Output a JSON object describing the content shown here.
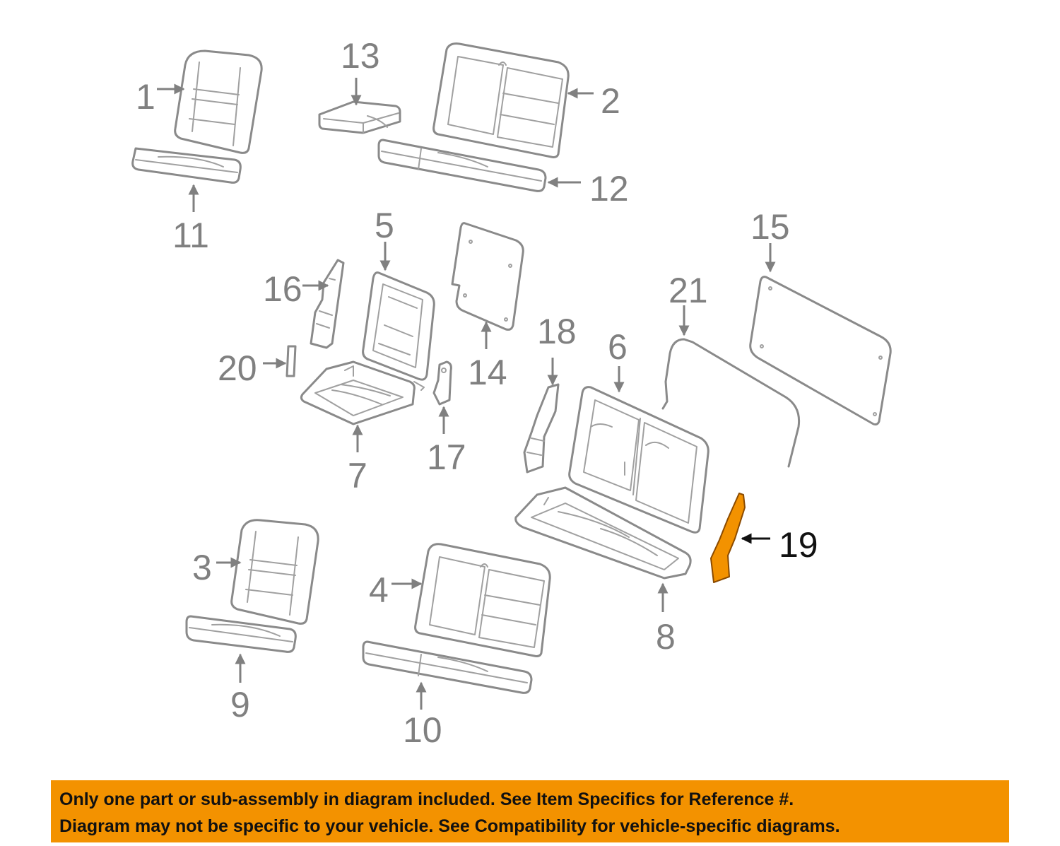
{
  "diagram": {
    "callouts": [
      {
        "id": "1",
        "label": "1"
      },
      {
        "id": "2",
        "label": "2"
      },
      {
        "id": "3",
        "label": "3"
      },
      {
        "id": "4",
        "label": "4"
      },
      {
        "id": "5",
        "label": "5"
      },
      {
        "id": "6",
        "label": "6"
      },
      {
        "id": "7",
        "label": "7"
      },
      {
        "id": "8",
        "label": "8"
      },
      {
        "id": "9",
        "label": "9"
      },
      {
        "id": "10",
        "label": "10"
      },
      {
        "id": "11",
        "label": "11"
      },
      {
        "id": "12",
        "label": "12"
      },
      {
        "id": "13",
        "label": "13"
      },
      {
        "id": "14",
        "label": "14"
      },
      {
        "id": "15",
        "label": "15"
      },
      {
        "id": "16",
        "label": "16"
      },
      {
        "id": "17",
        "label": "17"
      },
      {
        "id": "18",
        "label": "18"
      },
      {
        "id": "19",
        "label": "19"
      },
      {
        "id": "20",
        "label": "20"
      },
      {
        "id": "21",
        "label": "21"
      }
    ],
    "highlighted_part": "19",
    "highlight_color": "#f39200",
    "line_color": "#8a8a8a"
  },
  "banner": {
    "line1": "Only one part or sub-assembly in diagram included. See Item Specifics for Reference #.",
    "line2": "Diagram may not be specific to your vehicle. See Compatibility for vehicle-specific diagrams.",
    "background": "#f39200"
  }
}
